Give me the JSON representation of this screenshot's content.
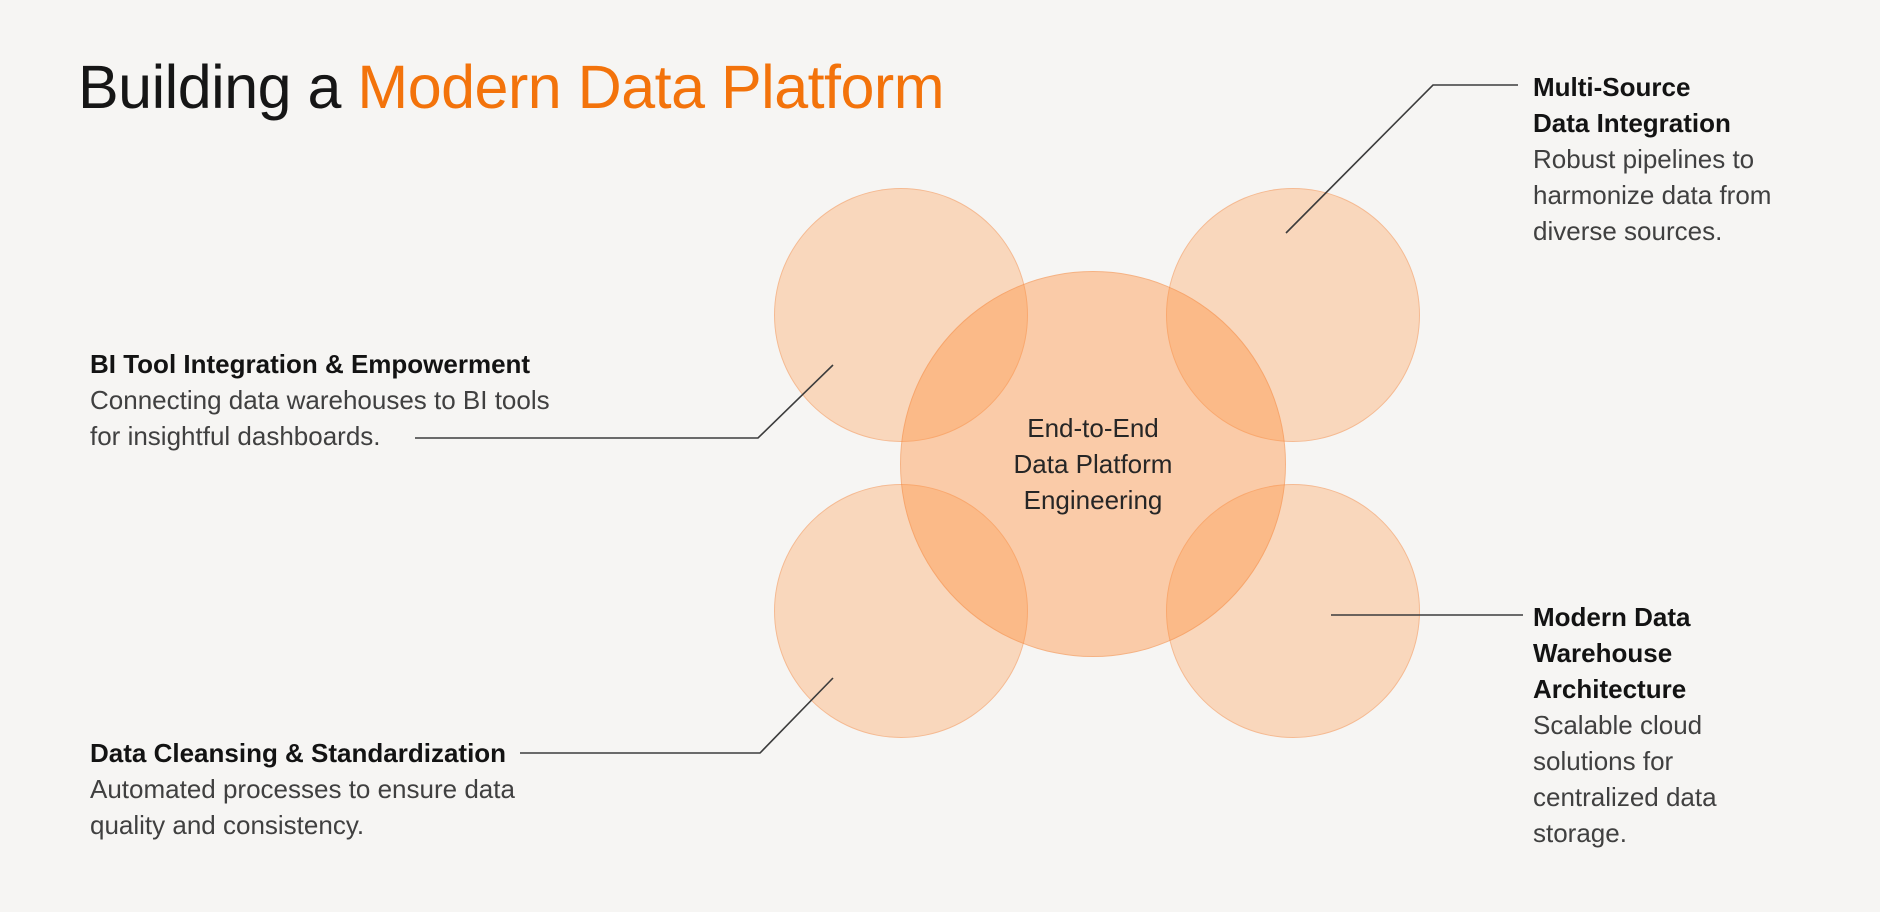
{
  "title": {
    "prefix": "Building a ",
    "highlight": "Modern Data Platform"
  },
  "center": {
    "lines": [
      "End-to-End",
      "Data Platform",
      "Engineering"
    ]
  },
  "callouts": {
    "multi_source": {
      "title_lines": [
        "Multi-Source",
        "Data Integration"
      ],
      "body_lines": [
        "Robust pipelines to",
        "harmonize data from",
        "diverse sources."
      ]
    },
    "bi_tool": {
      "title_lines": [
        "BI Tool Integration & Empowerment"
      ],
      "body_lines": [
        "Connecting data warehouses to BI tools",
        "for insightful dashboards."
      ]
    },
    "data_cleansing": {
      "title_lines": [
        "Data Cleansing & Standardization"
      ],
      "body_lines": [
        "Automated processes to ensure data",
        "quality and consistency."
      ]
    },
    "warehouse": {
      "title_lines": [
        "Modern Data",
        "Warehouse",
        "Architecture"
      ],
      "body_lines": [
        "Scalable cloud",
        "solutions for",
        "centralized data",
        "storage."
      ]
    }
  },
  "colors": {
    "background": "#f6f5f3",
    "accent_orange": "#f3730b",
    "circle_fill": "#ff9140",
    "title_text": "#161616",
    "body_text": "#404040",
    "connector_line": "#3c3c3c"
  }
}
